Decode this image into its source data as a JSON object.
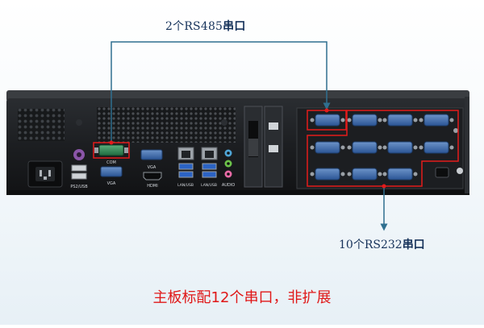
{
  "annotations": {
    "top_label_count": "2个",
    "top_label_iface": "RS485",
    "top_label_suffix": "串口",
    "bottom_label_count": "10个",
    "bottom_label_iface": "RS232",
    "bottom_label_suffix": "串口"
  },
  "caption": "主板标配12个串口，非扩展",
  "port_labels": {
    "ps2_usb": "PS2/USB",
    "com": "COM",
    "vga_top": "VGA",
    "vga_bottom": "VGA",
    "hdmi": "HDMI",
    "lan_usb_1": "LAN/USB",
    "lan_usb_2": "LAN/USB",
    "audio": "AUDIO"
  },
  "colors": {
    "chassis": "#1b1d20",
    "highlight": "#e31b1b",
    "arrow": "#2f6f8f",
    "label_text": "#16325a",
    "caption_text": "#e01818",
    "port_blue": "#3b6fb3",
    "com_green": "#2f7d4f"
  }
}
